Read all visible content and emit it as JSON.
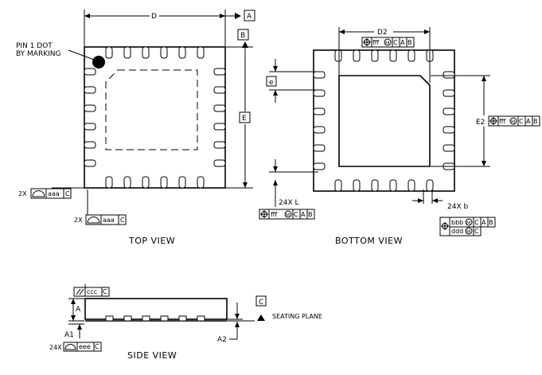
{
  "views": {
    "top": "TOP VIEW",
    "bottom": "BOTTOM VIEW",
    "side": "SIDE VIEW"
  },
  "labels": {
    "D": "D",
    "E": "E",
    "D2": "D2",
    "E2": "E2",
    "e": "e",
    "A": "A",
    "A1": "A1",
    "A2": "A2",
    "pin1_line1": "PIN 1 DOT",
    "pin1_line2": "BY MARKING",
    "seating_plane": "SEATING PLANE",
    "count_2x": "2X",
    "count_24x": "24X",
    "L_note": "24X  L",
    "b_note": "24X  b"
  },
  "datums": {
    "A": "A",
    "B": "B",
    "C": "C"
  },
  "tolerances": {
    "aaa": "aaa",
    "bbb": "bbb",
    "ccc": "ccc",
    "ddd": "ddd",
    "eee": "eee",
    "fff": "fff",
    "M": "M"
  }
}
